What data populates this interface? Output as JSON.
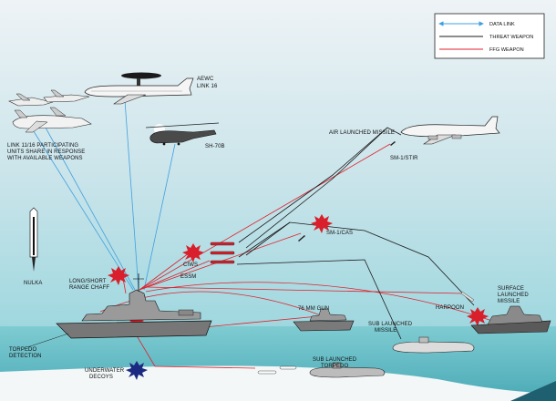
{
  "legend": {
    "data_link": "DATA LINK",
    "threat_weapon": "THREAT WEAPON",
    "ffg_weapon": "FFG WEAPON"
  },
  "labels": {
    "aewc": [
      "AEWC",
      "LINK 16"
    ],
    "link_units": [
      "LINK 11/16 PARTICIPATING",
      "UNITS SHARE IN RESPONSE",
      "WITH AVAILABLE WEAPONS"
    ],
    "sh60b": "SH-70B",
    "air_missile": "AIR LAUNCHED MISSILE",
    "sm1_stir": "SM-1/STIR",
    "sm1_cas": "SM-1/CAS",
    "nulka": "NULKA",
    "chaff": [
      "LONG/SHORT",
      "RANGE CHAFF"
    ],
    "ciws": "CIWS",
    "essm": "ESSM",
    "gun76": "76 MM GUN",
    "harpoon": "HARPOON",
    "surface_missile": [
      "SURFACE",
      "LAUNCHED",
      "MISSILE"
    ],
    "sub_missile": [
      "SUB LAUNCHED",
      "MISSILE"
    ],
    "torpedo_detection": [
      "TORPEDO",
      "DETECTION"
    ],
    "decoys": [
      "UNDERWATER",
      "DECOYS"
    ],
    "sub_torpedo": [
      "SUB LAUNCHED",
      "TORPEDO"
    ]
  },
  "colors": {
    "data_link": "#3fa0e0",
    "threat": "#1a1a1a",
    "ffg": "#e0202a",
    "sky_top": "#e6eef3",
    "sky_bottom": "#a9dde5",
    "sea": "#5fbcc6",
    "seabed": "#f4f8f8"
  }
}
